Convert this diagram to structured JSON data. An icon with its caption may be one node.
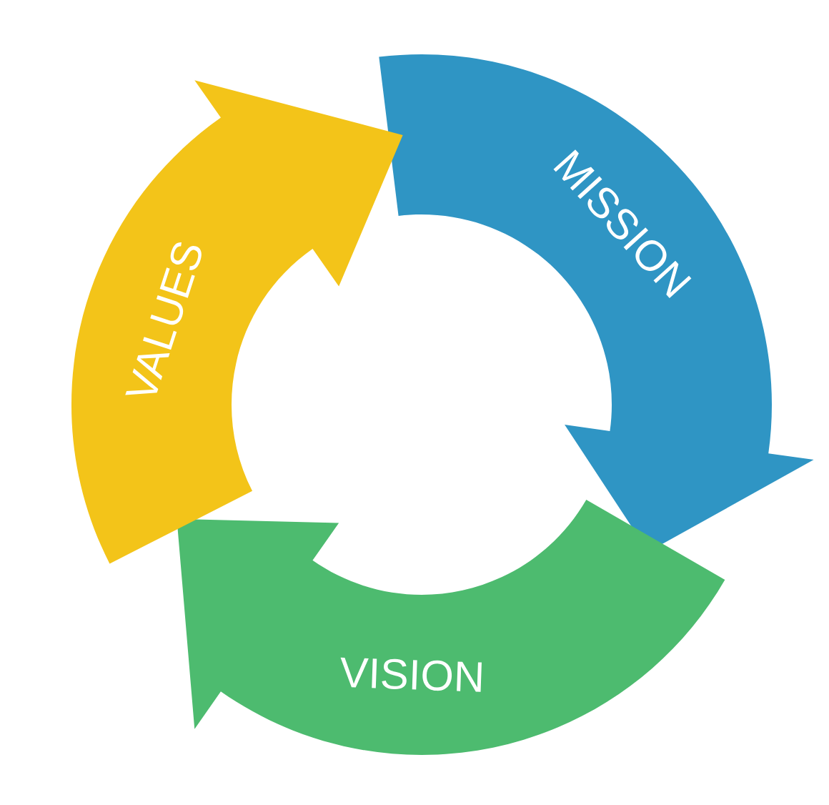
{
  "diagram": {
    "nodes": [
      {
        "text": [
          "MISSION"
        ]
      },
      {
        "text": [
          "VISION"
        ]
      },
      {
        "text": [
          "VALUES"
        ]
      }
    ]
  }
}
